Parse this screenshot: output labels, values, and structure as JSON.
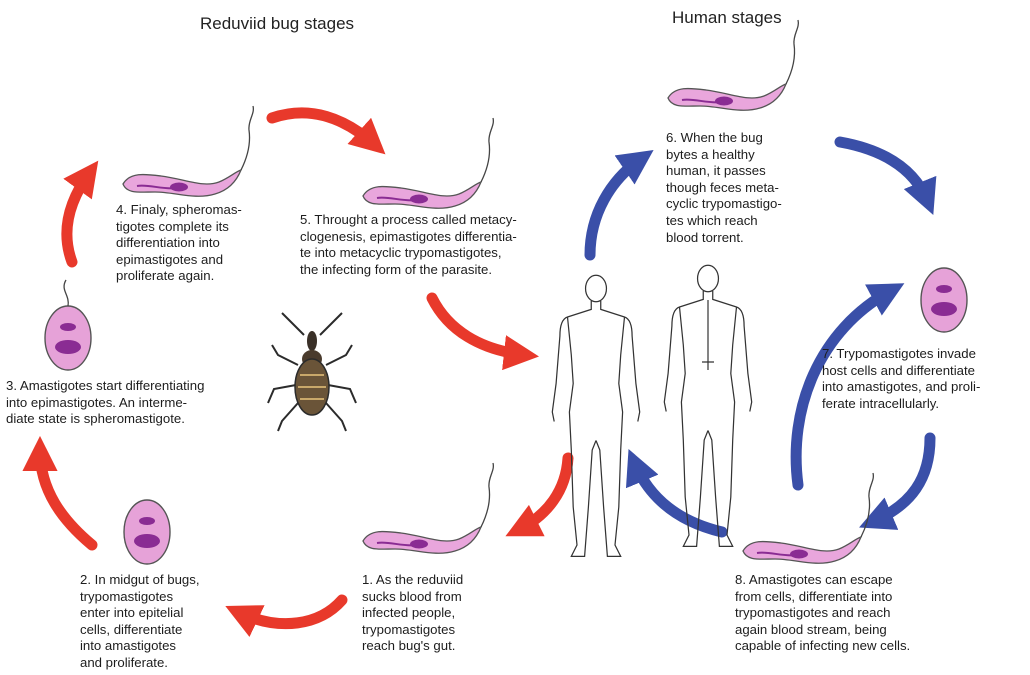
{
  "headings": {
    "bug": "Reduviid bug stages",
    "human": "Human stages"
  },
  "steps": [
    {
      "id": "step-1",
      "text": "1. As the reduviid\nsucks blood from\ninfected people,\ntrypomastigotes\nreach bug's gut."
    },
    {
      "id": "step-2",
      "text": "2. In midgut of bugs,\ntrypomastigotes\nenter into epitelial\ncells, differentiate\ninto amastigotes\nand proliferate."
    },
    {
      "id": "step-3",
      "text": "3. Amastigotes start differentiating\ninto epimastigotes. An interme-\ndiate state is spheromastigote."
    },
    {
      "id": "step-4",
      "text": "4. Finaly, spheromas-\ntigotes complete its\ndifferentiation into\nepimastigotes and\nproliferate again."
    },
    {
      "id": "step-5",
      "text": "5. Throught a process called metacy-\nclogenesis, epimastigotes differentia-\nte into metacyclic trypomastigotes,\nthe infecting form of the parasite."
    },
    {
      "id": "step-6",
      "text": "6. When the bug\nbytes a healthy\nhuman, it passes\nthough feces meta-\ncyclic trypomastigo-\ntes which reach\nblood torrent."
    },
    {
      "id": "step-7",
      "text": "7. Trypomastigotes invade\nhost cells and differentiate\ninto amastigotes, and proli-\nferate intracellularly."
    },
    {
      "id": "step-8",
      "text": "8. Amastigotes can escape\nfrom cells, differentiate into\ntrypomastigotes and reach\nagain blood stream, being\ncapable of infecting new cells."
    }
  ],
  "colors": {
    "bug_arrow": "#e8392b",
    "human_arrow": "#3a4fa8",
    "parasite_fill": "#e9a6dc",
    "parasite_nucleus": "#8a2c93",
    "cell_fill": "#e6a2d8",
    "cell_nucleus": "#8a2c93",
    "outline": "#555555"
  },
  "icons": {
    "insect": "reduviid-bug-icon",
    "human_front": "human-front-figure-icon",
    "human_back": "human-back-figure-icon",
    "parasite": "trypomastigote-icon",
    "cell": "amastigote-cell-icon"
  }
}
